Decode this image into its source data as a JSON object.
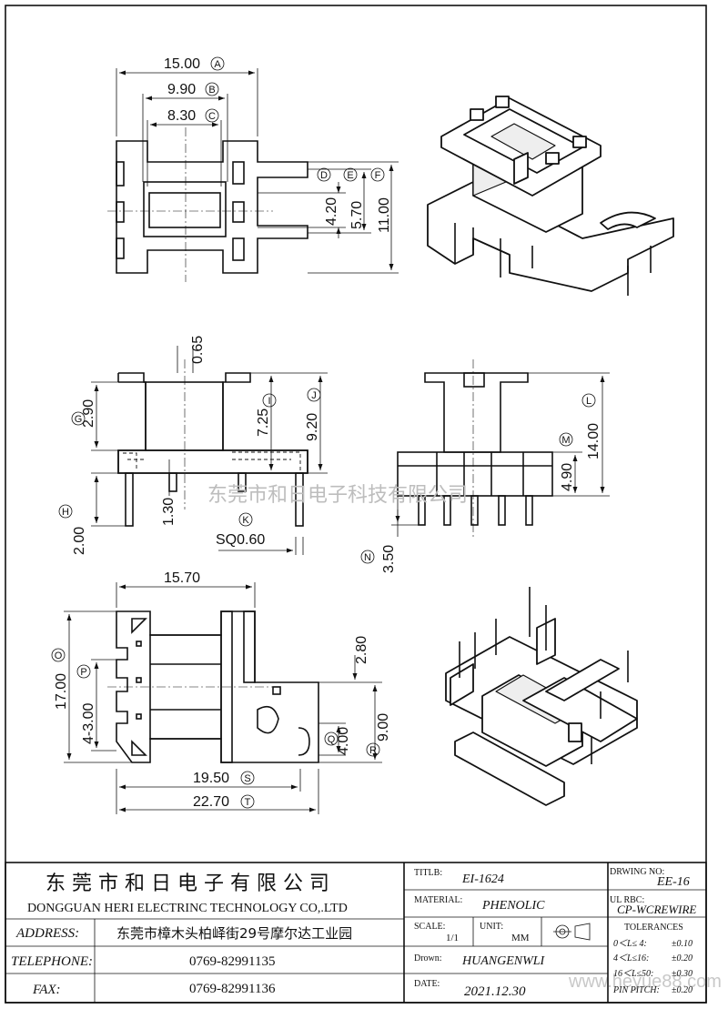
{
  "views": {
    "top": {
      "dims": {
        "a": "15.00",
        "b": "9.90",
        "c": "8.30",
        "e": "4.20",
        "f": "5.70",
        "g": "11.00"
      },
      "markers": {
        "a": "A",
        "b": "B",
        "c": "C",
        "d": "D",
        "e": "E",
        "f": "F"
      }
    },
    "front": {
      "dims": {
        "a": "0.65",
        "b": "2.90",
        "c": "7.25",
        "d": "9.20",
        "e": "1.30",
        "f": "2.00",
        "g": "SQ0.60"
      },
      "markers": {
        "g": "G",
        "h": "H",
        "i": "I",
        "j": "J",
        "k": "K"
      }
    },
    "side": {
      "dims": {
        "a": "14.00",
        "b": "4.90",
        "c": "3.50"
      },
      "markers": {
        "l": "L",
        "m": "M",
        "n": "N"
      }
    },
    "bottom": {
      "dims": {
        "a": "15.70",
        "b": "17.00",
        "c": "4-3.00",
        "d": "2.80",
        "e": "4.00",
        "f": "9.00",
        "g": "19.50",
        "h": "22.70"
      },
      "markers": {
        "o": "O",
        "p": "P",
        "q": "Q",
        "r": "R",
        "s": "S",
        "t": "T"
      }
    }
  },
  "watermark": "东莞市和日电子科技有限公司",
  "watermark_url": "www.heyue88.com",
  "title_block": {
    "company_cn": "东 莞 市 和 日 电 子 有 限 公 司",
    "company_en": "DONGGUAN HERI ELECTRINC TECHNOLOGY CO,.LTD",
    "address_label": "ADDRESS:",
    "address_value": "东莞市樟木头柏峄街29号摩尔达工业园",
    "telephone_label": "TELEPHONE:",
    "telephone_value": "0769-82991135",
    "fax_label": "FAX:",
    "fax_value": "0769-82991136",
    "title_label": "TITLB:",
    "title_value": "EI-1624",
    "material_label": "MATERIAL:",
    "material_value": "PHENOLIC",
    "scale_label": "SCALE:",
    "scale_value": "1/1",
    "unit_label": "UNIT:",
    "unit_value": "MM",
    "drawn_label": "Drown:",
    "drawn_value": "HUANGENWLI",
    "date_label": "DATE:",
    "date_value": "2021.12.30",
    "drawing_no_label": "DRWING NO:",
    "drawing_no_value": "EE-16",
    "ul_label": "UL RBC:",
    "ul_value": "CP-WCREWIRE",
    "tolerances_label": "TOLERANCES",
    "tolerances": [
      {
        "range": "0＜L≤ 4:",
        "value": "±0.10"
      },
      {
        "range": "4＜L≤16:",
        "value": "±0.20"
      },
      {
        "range": "16＜L≤50:",
        "value": "±0.30"
      },
      {
        "range": "PIN PITCH:",
        "value": "±0.20"
      }
    ]
  }
}
